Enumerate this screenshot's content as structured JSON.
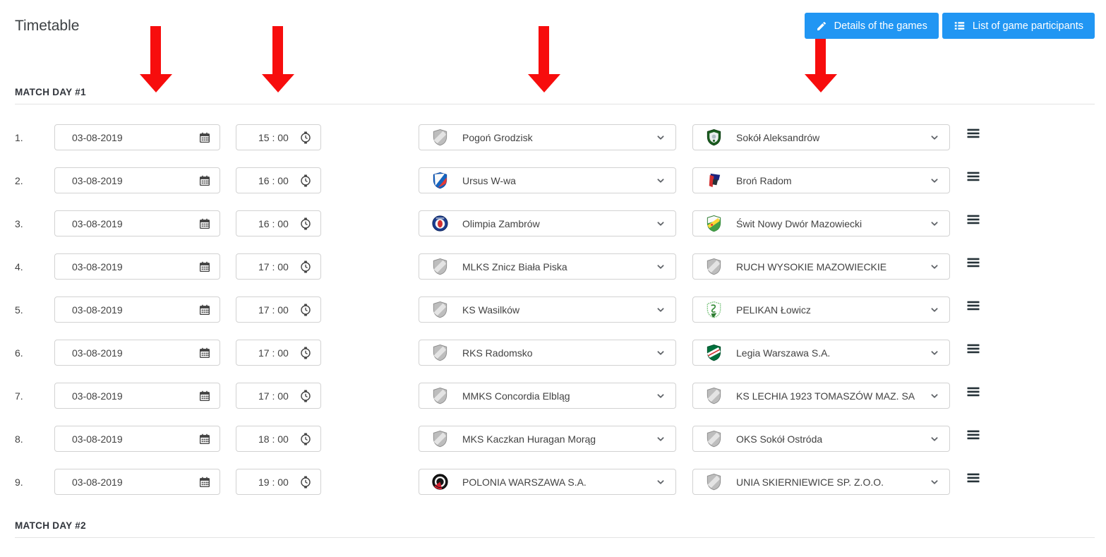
{
  "page": {
    "title": "Timetable"
  },
  "toolbar": {
    "accent_color": "#2196f3",
    "details_button": {
      "label": "Details of the games",
      "icon": "pencil-icon"
    },
    "participants_button": {
      "label": "List of game participants",
      "icon": "list-icon"
    }
  },
  "annotations": {
    "type": "red-down-arrows",
    "count": 4,
    "color": "#f70d0d"
  },
  "icons": {
    "date_field": "calendar-icon",
    "time_field": "clock-icon",
    "team_select": "chevron-down-icon",
    "row_drag": "drag-handle-icon"
  },
  "sections": [
    {
      "label": "MATCH DAY #1",
      "rows": [
        {
          "num": "1.",
          "date": "03-08-2019",
          "time": "15 : 00",
          "home": {
            "name": "Pogoń Grodzisk",
            "crest": "generic-gray-shield"
          },
          "away": {
            "name": "Sokół Aleksandrów",
            "crest": "sokol-aleksandrow"
          }
        },
        {
          "num": "2.",
          "date": "03-08-2019",
          "time": "16 : 00",
          "home": {
            "name": "Ursus W-wa",
            "crest": "ursus"
          },
          "away": {
            "name": "Broń Radom",
            "crest": "bron-radom"
          }
        },
        {
          "num": "3.",
          "date": "03-08-2019",
          "time": "16 : 00",
          "home": {
            "name": "Olimpia Zambrów",
            "crest": "olimpia"
          },
          "away": {
            "name": "Świt Nowy Dwór Mazowiecki",
            "crest": "swit"
          }
        },
        {
          "num": "4.",
          "date": "03-08-2019",
          "time": "17 : 00",
          "home": {
            "name": "MLKS Znicz Biała Piska",
            "crest": "generic-gray-shield"
          },
          "away": {
            "name": "RUCH WYSOKIE MAZOWIECKIE",
            "crest": "generic-gray-shield"
          }
        },
        {
          "num": "5.",
          "date": "03-08-2019",
          "time": "17 : 00",
          "home": {
            "name": "KS Wasilków",
            "crest": "generic-gray-shield"
          },
          "away": {
            "name": "PELIKAN Łowicz",
            "crest": "pelikan"
          }
        },
        {
          "num": "6.",
          "date": "03-08-2019",
          "time": "17 : 00",
          "home": {
            "name": "RKS Radomsko",
            "crest": "generic-gray-shield"
          },
          "away": {
            "name": "Legia Warszawa S.A.",
            "crest": "legia"
          }
        },
        {
          "num": "7.",
          "date": "03-08-2019",
          "time": "17 : 00",
          "home": {
            "name": "MMKS Concordia Elbląg",
            "crest": "generic-gray-shield"
          },
          "away": {
            "name": "KS LECHIA 1923 TOMASZÓW MAZ. SA",
            "crest": "generic-gray-shield"
          }
        },
        {
          "num": "8.",
          "date": "03-08-2019",
          "time": "18 : 00",
          "home": {
            "name": "MKS Kaczkan Huragan Morąg",
            "crest": "generic-gray-shield"
          },
          "away": {
            "name": "OKS Sokół Ostróda",
            "crest": "generic-gray-shield"
          }
        },
        {
          "num": "9.",
          "date": "03-08-2019",
          "time": "19 : 00",
          "home": {
            "name": "POLONIA WARSZAWA S.A.",
            "crest": "polonia"
          },
          "away": {
            "name": "UNIA SKIERNIEWICE SP. Z.O.O.",
            "crest": "generic-gray-shield"
          }
        }
      ]
    },
    {
      "label": "MATCH DAY #2",
      "rows": []
    }
  ]
}
